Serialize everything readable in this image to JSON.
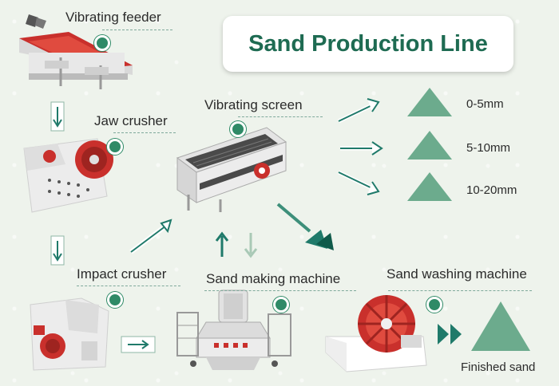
{
  "title": "Sand Production Line",
  "machines": {
    "vibrating_feeder": "Vibrating feeder",
    "jaw_crusher": "Jaw crusher",
    "vibrating_screen": "Vibrating screen",
    "impact_crusher": "Impact crusher",
    "sand_making_machine": "Sand making machine",
    "sand_washing_machine": "Sand washing machine"
  },
  "outputs": [
    "0-5mm",
    "5-10mm",
    "10-20mm"
  ],
  "finished": "Finished sand",
  "colors": {
    "accent": "#2f8a67",
    "title": "#1e6b52",
    "pile": "#6cab8d",
    "arrow": "#1f7a6a",
    "arrow_light": "#a9c9b6",
    "machine_red": "#c9302c"
  }
}
